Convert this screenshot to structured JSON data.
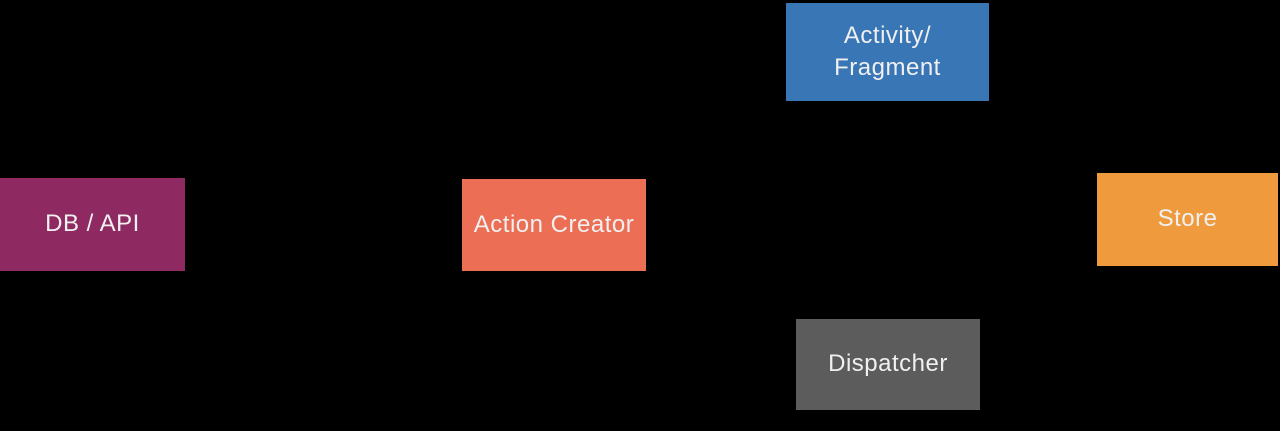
{
  "diagram": {
    "title": "flux-architecture-diagram",
    "background_color": "#000000",
    "label_text_color": "#f1f0f0",
    "nodes": {
      "activity_fragment": {
        "label": "Activity/\nFragment",
        "color": "#3876b6"
      },
      "db_api": {
        "label": "DB / API",
        "color": "#8e2a61"
      },
      "action_creator": {
        "label": "Action Creator",
        "color": "#eb6e55"
      },
      "store": {
        "label": "Store",
        "color": "#ef9b3d"
      },
      "dispatcher": {
        "label": "Dispatcher",
        "color": "#5c5c5c"
      }
    }
  }
}
